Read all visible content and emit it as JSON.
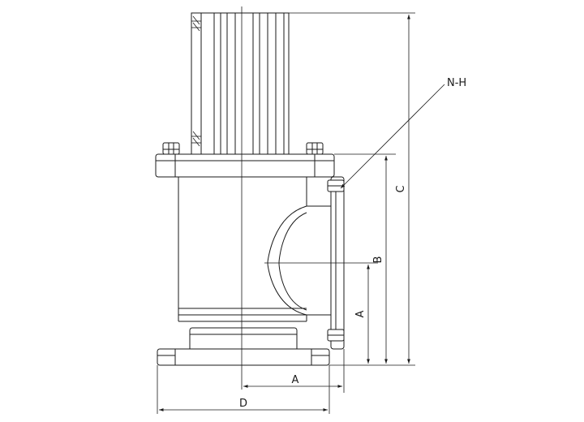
{
  "labels": {
    "nh": "N-H",
    "c": "C",
    "b": "B",
    "a_vertical": "A",
    "a_horizontal": "A",
    "d": "D"
  }
}
